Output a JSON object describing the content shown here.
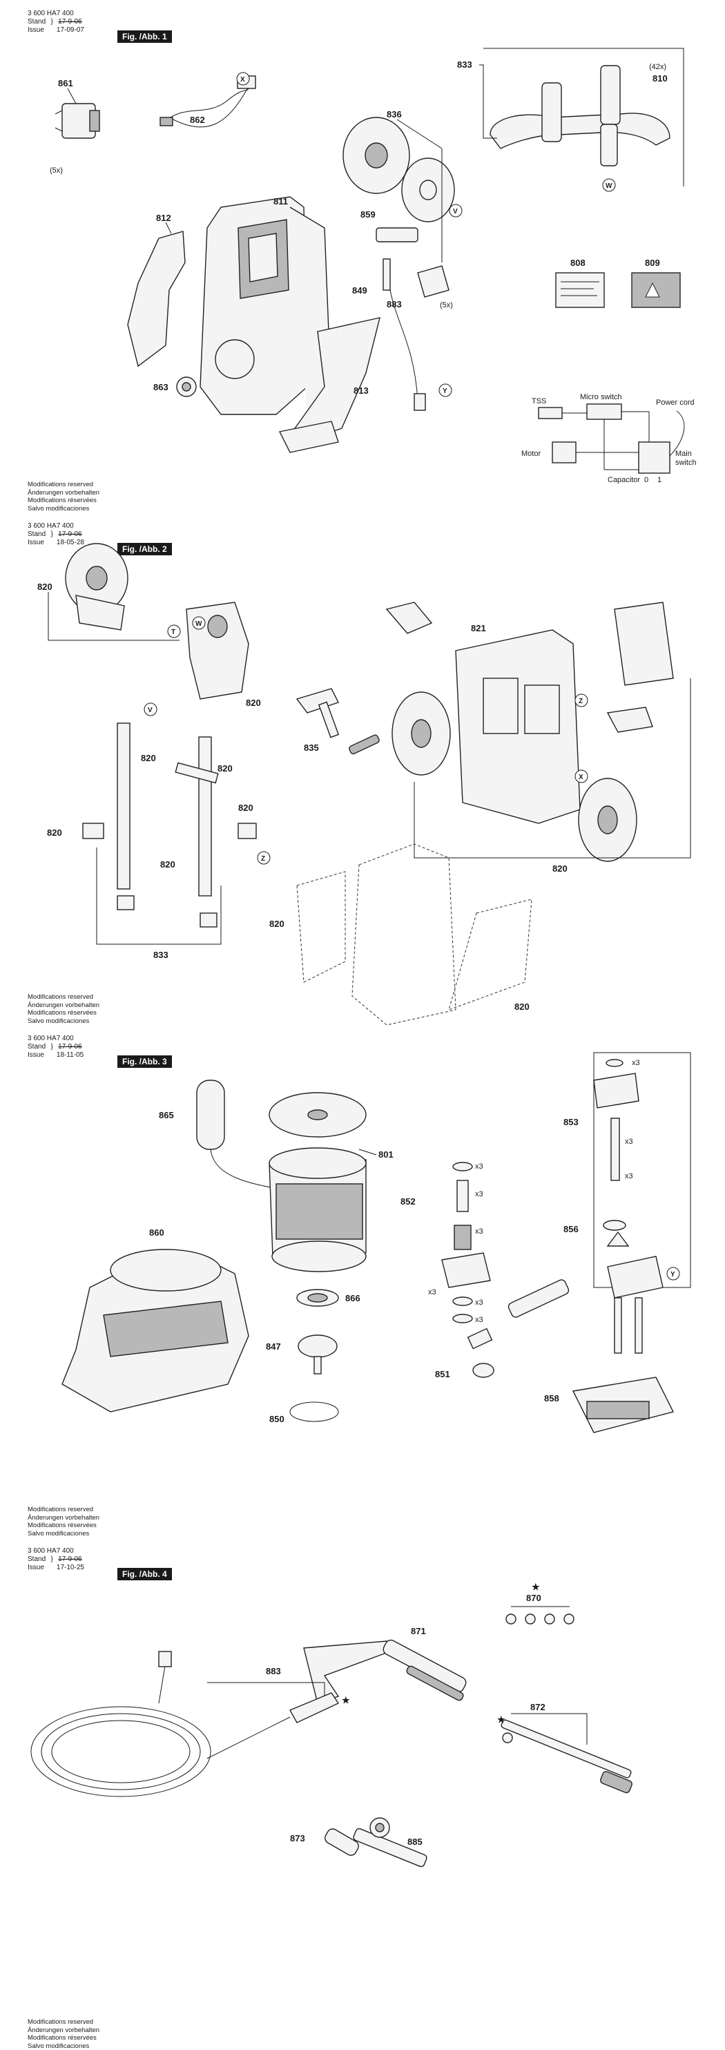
{
  "doc_number": "3 600 HA7 400",
  "stand_label": "Stand",
  "issue_label": "Issue",
  "stand_value": "17-9-06",
  "footer": {
    "line1": "Modifications reserved",
    "line2": "Änderungen vorbehalten",
    "line3": "Modifications réservées",
    "line4": "Salvo modificaciones"
  },
  "figures": [
    {
      "title": "Fig. /Abb. 1",
      "issue": "17-09-07",
      "parts": {
        "p861": "861",
        "p862": "862",
        "p811": "811",
        "p812": "812",
        "p836": "836",
        "p859": "859",
        "p849": "849",
        "p883": "883",
        "p863": "863",
        "p813": "813",
        "p833": "833",
        "p810": "810",
        "p808": "808",
        "p809": "809"
      },
      "callouts": {
        "x": "X",
        "v": "V",
        "y": "Y",
        "w": "W"
      },
      "qty": {
        "q5a": "(5x)",
        "q5b": "(5x)",
        "q42": "(42x)"
      },
      "wiring": {
        "tss": "TSS",
        "micro": "Micro switch",
        "power": "Power cord",
        "motor": "Motor",
        "capacitor": "Capacitor",
        "main": "Main",
        "switch": "switch",
        "s0": "0",
        "s1": "1"
      }
    },
    {
      "title": "Fig. /Abb. 2",
      "issue": "18-05-28",
      "parts": {
        "p820": "820",
        "p821": "821",
        "p835": "835",
        "p833": "833"
      },
      "callouts": {
        "t": "T",
        "w": "W",
        "v": "V",
        "z": "Z",
        "x": "X"
      }
    },
    {
      "title": "Fig. /Abb. 3",
      "issue": "18-11-05",
      "parts": {
        "p865": "865",
        "p801": "801",
        "p860": "860",
        "p852": "852",
        "p853": "853",
        "p856": "856",
        "p866": "866",
        "p847": "847",
        "p850": "850",
        "p851": "851",
        "p858": "858"
      },
      "callouts": {
        "y": "Y"
      },
      "qty": {
        "x3": "x3"
      }
    },
    {
      "title": "Fig. /Abb. 4",
      "issue": "17-10-25",
      "parts": {
        "p870": "870",
        "p871": "871",
        "p883": "883",
        "p872": "872",
        "p873": "873",
        "p885": "885"
      },
      "star": "★"
    }
  ]
}
